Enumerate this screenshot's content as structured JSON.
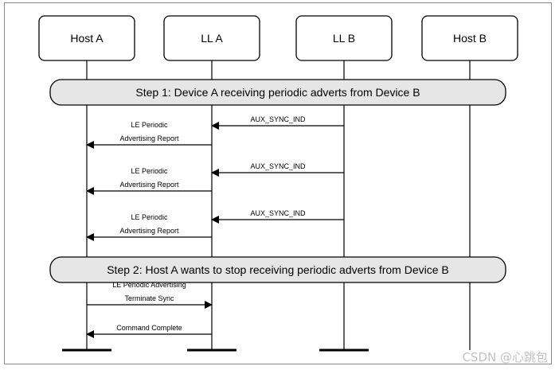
{
  "participants": [
    {
      "id": "host-a",
      "label": "Host A"
    },
    {
      "id": "ll-a",
      "label": "LL A"
    },
    {
      "id": "ll-b",
      "label": "LL B"
    },
    {
      "id": "host-b",
      "label": "Host B"
    }
  ],
  "steps": [
    {
      "label": "Step 1: Device A receiving periodic adverts from Device B"
    },
    {
      "label": "Step 2: Host A wants to stop receiving periodic adverts from Device B"
    }
  ],
  "messages": [
    {
      "from": "ll-b",
      "to": "ll-a",
      "lines": [
        "AUX_SYNC_IND"
      ]
    },
    {
      "from": "ll-a",
      "to": "host-a",
      "lines": [
        "LE Periodic",
        "Advertising Report"
      ]
    },
    {
      "from": "ll-b",
      "to": "ll-a",
      "lines": [
        "AUX_SYNC_IND"
      ]
    },
    {
      "from": "ll-a",
      "to": "host-a",
      "lines": [
        "LE Periodic",
        "Advertising Report"
      ]
    },
    {
      "from": "ll-b",
      "to": "ll-a",
      "lines": [
        "AUX_SYNC_IND"
      ]
    },
    {
      "from": "ll-a",
      "to": "host-a",
      "lines": [
        "LE Periodic",
        "Advertising Report"
      ]
    },
    {
      "from": "host-a",
      "to": "ll-a",
      "lines": [
        "LE Periodic Advertising",
        "Terminate Sync"
      ]
    },
    {
      "from": "ll-a",
      "to": "host-a",
      "lines": [
        "Command Complete"
      ]
    }
  ],
  "watermark": "CSDN @心跳包"
}
